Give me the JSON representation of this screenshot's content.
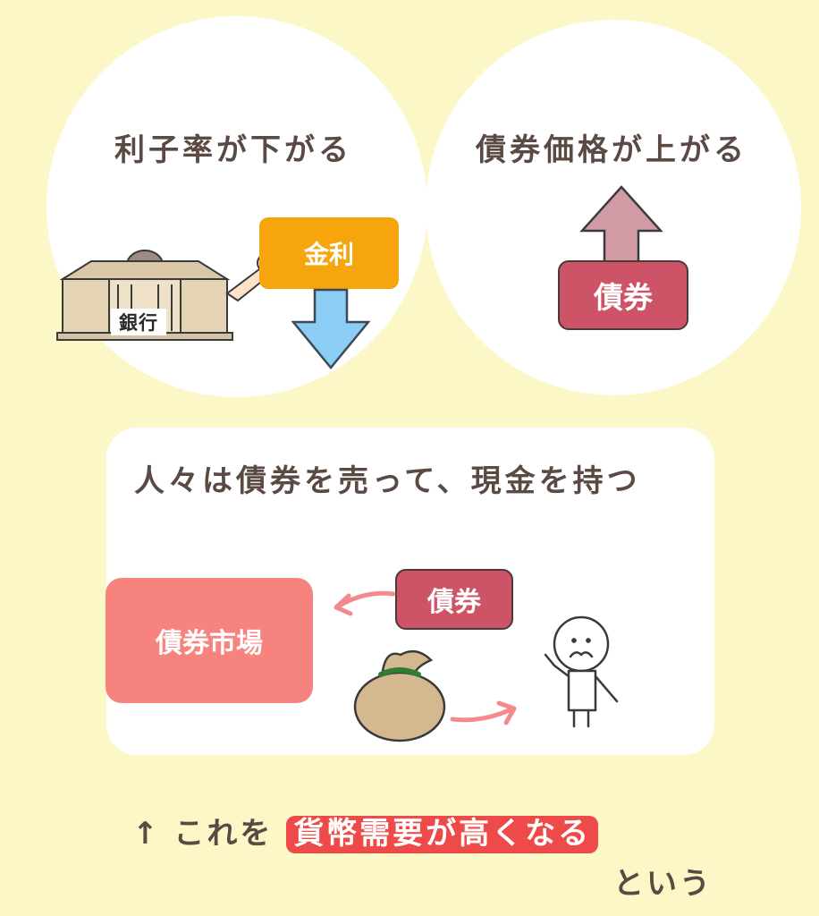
{
  "left_circle": {
    "heading": "利子率が下がる",
    "bank_label": "銀行",
    "rate_label": "金利"
  },
  "right_circle": {
    "heading": "債券価格が上がる",
    "bond_label": "債券"
  },
  "panel": {
    "heading": "人々は債券を売って、現金を持つ",
    "market_label": "債券市場",
    "bond_label": "債券"
  },
  "bottom": {
    "arrow": "↑",
    "prefix": "これを",
    "highlight": "貨幣需要が高くなる",
    "suffix": "という"
  },
  "colors": {
    "background": "#fbf7c6",
    "rate_box": "#f6a60c",
    "down_arrow": "#8ccdf6",
    "bond_box": "#cc5466",
    "up_arrow": "#d29aa5",
    "market_box": "#f7837f",
    "highlight": "#ef4a4a"
  }
}
